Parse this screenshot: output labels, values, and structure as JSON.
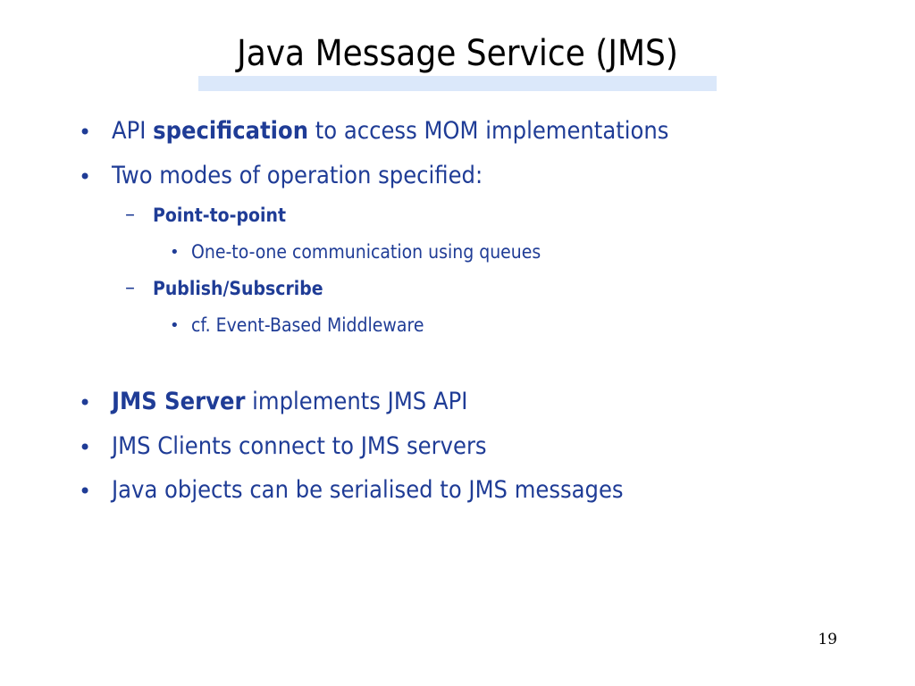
{
  "slide": {
    "title": "Java Message Service (JMS)",
    "bullets": [
      {
        "marker": "•",
        "pre": "API ",
        "bold": "specification",
        "post": " to access MOM implementations"
      },
      {
        "marker": "•",
        "text": "Two modes of operation specified:"
      },
      {
        "marker": "–",
        "bold": "Point-to-point"
      },
      {
        "marker": "•",
        "text": "One-to-one communication using queues"
      },
      {
        "marker": "–",
        "bold": "Publish/Subscribe"
      },
      {
        "marker": "•",
        "text": "cf. Event-Based Middleware"
      },
      {
        "marker": "•",
        "bold": "JMS Server",
        "post": " implements JMS API"
      },
      {
        "marker": "•",
        "text": "JMS Clients connect to JMS servers"
      },
      {
        "marker": "•",
        "text": "Java objects can be serialised to JMS messages"
      }
    ],
    "page_number": "19"
  },
  "colors": {
    "text": "#1f3c96",
    "title_underline": "#dbe8fa"
  }
}
